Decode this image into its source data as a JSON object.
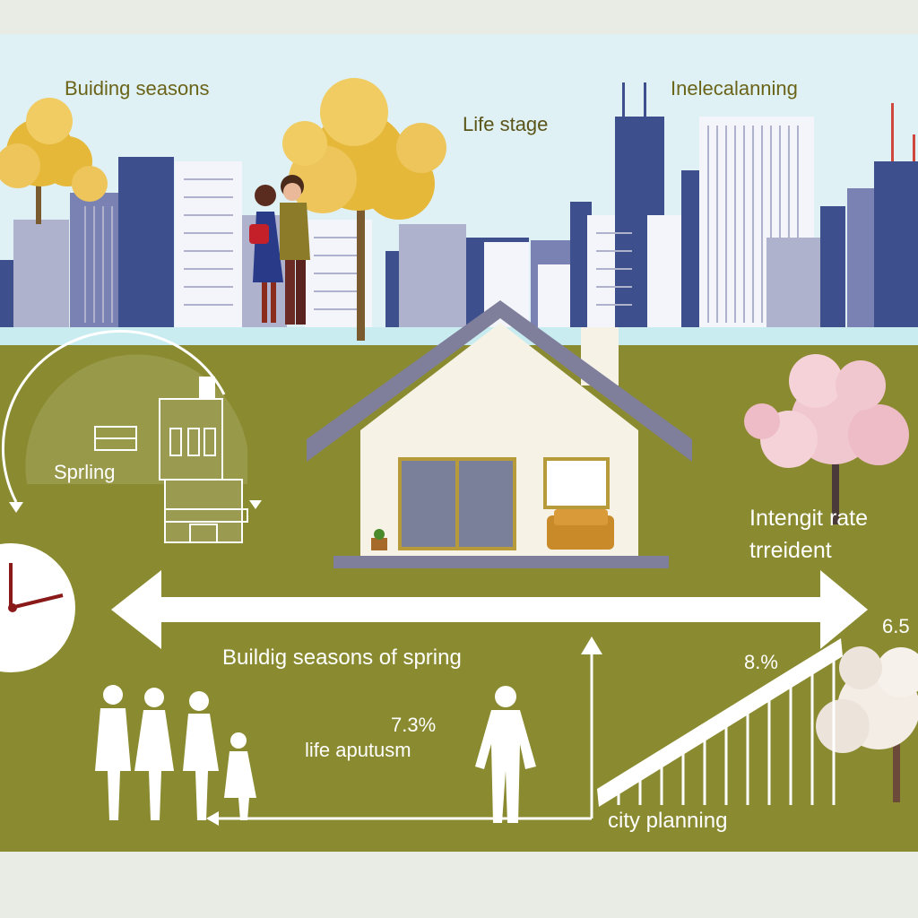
{
  "labels": {
    "building_seasons": "Buiding seasons",
    "life_stage": "Life stage",
    "planning_top": "Inelecalanning",
    "spring": "Sprling",
    "interest_rate_line1": "Intengit rate",
    "interest_rate_line2": "trreident",
    "building_seasons_spring": "Buildig seasons of spring",
    "life_percent": "7.3%",
    "life_autumn": "life aputusm",
    "city_planning": "city planning",
    "chart_percent": "8.%",
    "edge_value": "6.5"
  },
  "colors": {
    "sky": "#dff1f5",
    "ground": "#8a8a30",
    "building_blue": "#3d4f8c",
    "building_gray": "#aeb2cc",
    "roof": "#7f7f9c",
    "house_wall": "#f6f3e6",
    "tree_yellow": "#e6b83a",
    "blossom_pink": "#f1c7cf",
    "blossom_white": "#f3ede6",
    "label_olive": "#6b6418",
    "white": "#ffffff"
  },
  "icons": {
    "clock": "clock-icon",
    "house": "house-icon",
    "tree": "tree-icon",
    "family": "family-icon",
    "person": "person-icon",
    "arrow": "arrow-icon"
  }
}
